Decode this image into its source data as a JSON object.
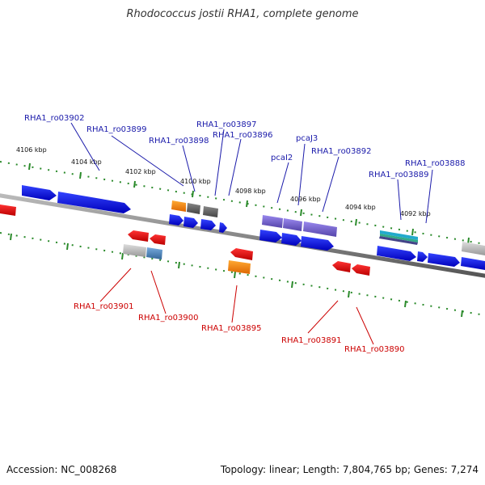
{
  "title": "Rhodococcus jostii RHA1, complete genome",
  "footer": {
    "accession": "Accession: NC_008268",
    "topology": "Topology: linear; Length: 7,804,765 bp; Genes: 7,274"
  },
  "colors": {
    "forward_label": "#1a1aaa",
    "reverse_label": "#cc0000",
    "tick": "#2a8a2a",
    "genome_line": "#888888"
  },
  "kbp_labels": [
    "4106 kbp",
    "4104 kbp",
    "4102 kbp",
    "4100 kbp",
    "4098 kbp",
    "4096 kbp",
    "4094 kbp",
    "4092 kbp"
  ],
  "forward_genes": [
    "RHA1_ro03902",
    "RHA1_ro03899",
    "RHA1_ro03898",
    "RHA1_ro03897",
    "RHA1_ro03896",
    "pcaI2",
    "pcaJ3",
    "RHA1_ro03892",
    "RHA1_ro03889",
    "RHA1_ro03888"
  ],
  "reverse_genes": [
    "RHA1_ro03901",
    "RHA1_ro03900",
    "RHA1_ro03895",
    "RHA1_ro03891",
    "RHA1_ro03890"
  ]
}
